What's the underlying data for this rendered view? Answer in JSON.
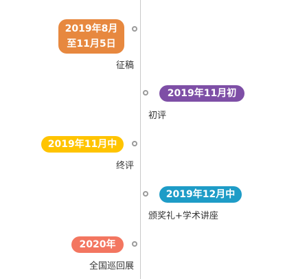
{
  "events": [
    {
      "date_lines": [
        "2019年8月",
        "至11月5日"
      ],
      "caption": "征稿",
      "color": "#E7883F"
    },
    {
      "date_lines": [
        "2019年11月初"
      ],
      "caption": "初评",
      "color": "#7E4FA6"
    },
    {
      "date_lines": [
        "2019年11月中"
      ],
      "caption": "终评",
      "color": "#FFC400"
    },
    {
      "date_lines": [
        "2019年12月中"
      ],
      "caption": "颁奖礼+学术讲座",
      "color": "#1E9CC7"
    },
    {
      "date_lines": [
        "2020年"
      ],
      "caption": "全国巡回展",
      "color": "#F37660"
    }
  ]
}
